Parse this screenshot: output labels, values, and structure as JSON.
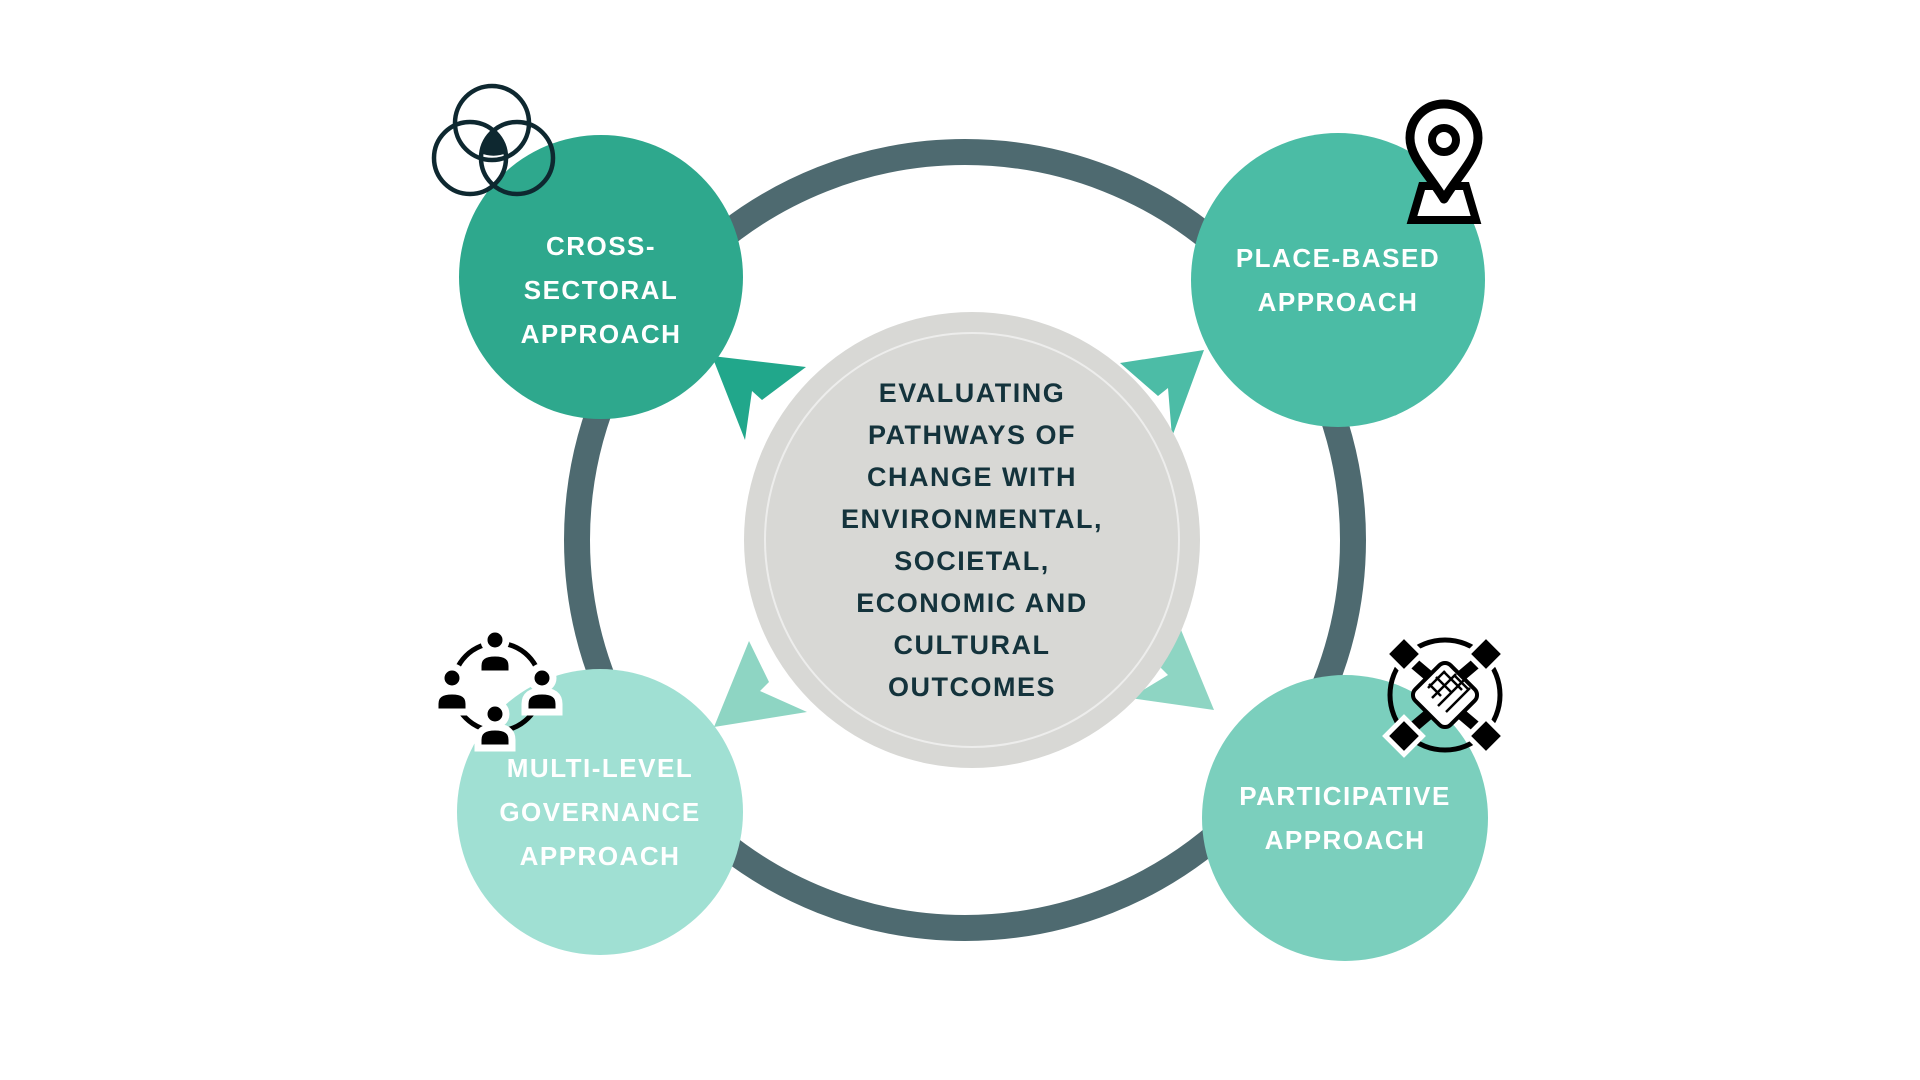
{
  "diagram": {
    "center": {
      "lines": [
        "EVALUATING",
        "PATHWAYS OF",
        "CHANGE WITH",
        "ENVIRONMENTAL,",
        "SOCIETAL,",
        "ECONOMIC AND",
        "CULTURAL",
        "OUTCOMES"
      ]
    },
    "nodes": [
      {
        "id": "cross-sectoral",
        "lines": [
          "CROSS-",
          "SECTORAL",
          "APPROACH"
        ],
        "icon": "venn-diagram-icon",
        "color": "#2ea88d"
      },
      {
        "id": "place-based",
        "lines": [
          "PLACE-BASED",
          "APPROACH"
        ],
        "icon": "map-pin-icon",
        "color": "#4bbca5"
      },
      {
        "id": "multi-level-governance",
        "lines": [
          "MULTI-LEVEL",
          "GOVERNANCE",
          "APPROACH"
        ],
        "icon": "people-network-icon",
        "color": "#a0e0d3"
      },
      {
        "id": "participative",
        "lines": [
          "PARTICIPATIVE",
          "APPROACH"
        ],
        "icon": "hands-together-icon",
        "color": "#7bcfbd"
      }
    ],
    "colors": {
      "ring": "#4e6a70",
      "center_circle_fill": "#d8d8d5",
      "center_text": "#14333c",
      "label_text": "#ffffff",
      "arrow_top_left": "#21a78b",
      "arrow_top_right": "#4cbca6",
      "arrow_bottom_left": "#8ed5c3",
      "arrow_bottom_right": "#8ed5c3",
      "icon_stroke": "#0e2830"
    }
  }
}
